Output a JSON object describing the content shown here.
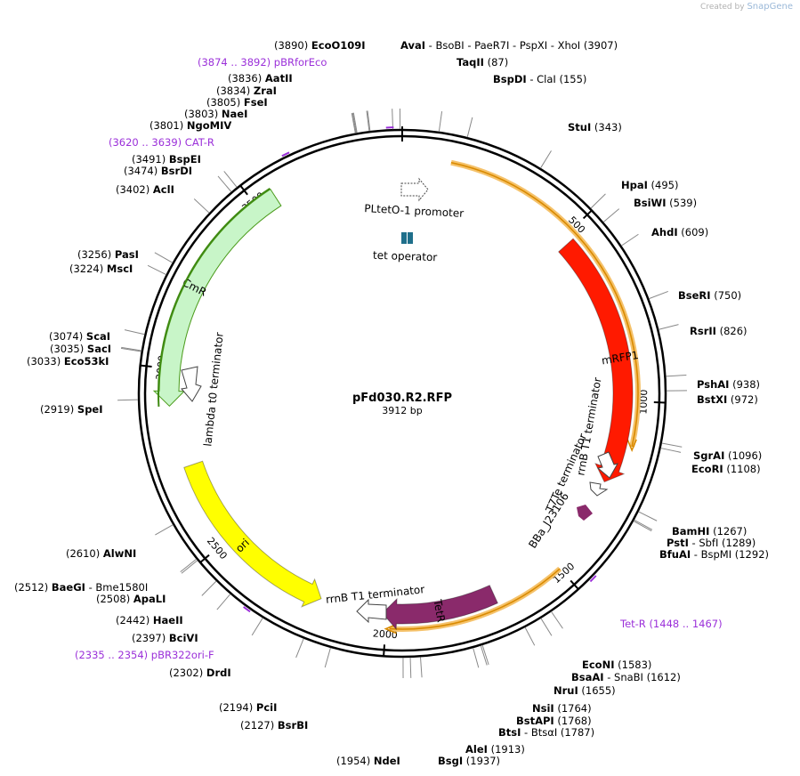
{
  "logo": {
    "prefix": "Created by",
    "name": "SnapGene"
  },
  "plasmid": {
    "name": "pFd030.R2.RFP",
    "length_label": "3912 bp",
    "length": 3912
  },
  "ticks": [
    {
      "bp": 500,
      "label": "500"
    },
    {
      "bp": 1000,
      "label": "1000"
    },
    {
      "bp": 1500,
      "label": "1500"
    },
    {
      "bp": 2000,
      "label": "2000"
    },
    {
      "bp": 2500,
      "label": "2500"
    },
    {
      "bp": 3000,
      "label": "3000"
    },
    {
      "bp": 3500,
      "label": "3500"
    }
  ],
  "features": [
    {
      "name": "mRFP1",
      "start": 520,
      "end": 1235,
      "radius": 248,
      "color": "#ff1a00",
      "text_color": "#ffffff",
      "label_inside": true
    },
    {
      "name": "TetR",
      "start": 1690,
      "end": 2012,
      "radius": 248,
      "color": "#8a2a6b",
      "text_color": "#ffffff",
      "label_inside": true
    },
    {
      "name": "CmR",
      "start": 3555,
      "end": 2900,
      "radius": 262,
      "color": "#c8f5c8",
      "text_color": "#000000",
      "label_inside": true
    },
    {
      "name": "ori",
      "start": 2730,
      "end": 2190,
      "radius": 248,
      "color": "#ffff00",
      "text_color": "#000000",
      "label_inside": true
    }
  ],
  "feature_labels": [
    {
      "name": "PLtetO-1 promoter"
    },
    {
      "name": "tet operator"
    },
    {
      "name": "lambda t0 terminator"
    },
    {
      "name": "rrnB T1 terminator"
    },
    {
      "name": "T7Te terminator"
    },
    {
      "name": "BBa_J23106"
    },
    {
      "name": "rrnB T1 terminator"
    }
  ],
  "sites": [
    {
      "pos": "(3890)",
      "name": "EcoO109I",
      "extra": ""
    },
    {
      "pos": "",
      "name": "AvaI",
      "extra": "- BsoBI - PaeR7I - PspXI - XhoI (3907)"
    },
    {
      "pos": "",
      "name": "TaqII",
      "extra": "(87)"
    },
    {
      "pos": "",
      "name": "BspDI",
      "extra": "- ClaI (155)"
    },
    {
      "pos": "",
      "name": "StuI",
      "extra": "(343)"
    },
    {
      "pos": "",
      "name": "HpaI",
      "extra": "(495)"
    },
    {
      "pos": "",
      "name": "BsiWI",
      "extra": "(539)"
    },
    {
      "pos": "",
      "name": "AhdI",
      "extra": "(609)"
    },
    {
      "pos": "",
      "name": "BseRI",
      "extra": "(750)"
    },
    {
      "pos": "",
      "name": "RsrII",
      "extra": "(826)"
    },
    {
      "pos": "",
      "name": "PshAI",
      "extra": "(938)"
    },
    {
      "pos": "",
      "name": "BstXI",
      "extra": "(972)"
    },
    {
      "pos": "",
      "name": "SgrAI",
      "extra": "(1096)"
    },
    {
      "pos": "",
      "name": "EcoRI",
      "extra": "(1108)"
    },
    {
      "pos": "",
      "name": "BamHI",
      "extra": "(1267)"
    },
    {
      "pos": "",
      "name": "PstI",
      "extra": "- SbfI (1289)"
    },
    {
      "pos": "",
      "name": "BfuAI",
      "extra": "- BspMI (1292)"
    },
    {
      "pos": "",
      "name": "EcoNI",
      "extra": "(1583)"
    },
    {
      "pos": "",
      "name": "BsaAI",
      "extra": "- SnaBI (1612)"
    },
    {
      "pos": "",
      "name": "NruI",
      "extra": "(1655)"
    },
    {
      "pos": "",
      "name": "NsiI",
      "extra": "(1764)"
    },
    {
      "pos": "",
      "name": "BstAPI",
      "extra": "(1768)"
    },
    {
      "pos": "",
      "name": "BtsI",
      "extra": "- BtsαI (1787)"
    },
    {
      "pos": "",
      "name": "AleI",
      "extra": "(1913)"
    },
    {
      "pos": "",
      "name": "BsgI",
      "extra": "(1937)"
    },
    {
      "pos": "(1954)",
      "name": "NdeI",
      "extra": ""
    },
    {
      "pos": "(2127)",
      "name": "BsrBI",
      "extra": ""
    },
    {
      "pos": "(2194)",
      "name": "PciI",
      "extra": ""
    },
    {
      "pos": "(2302)",
      "name": "DrdI",
      "extra": ""
    },
    {
      "pos": "(2397)",
      "name": "BciVI",
      "extra": ""
    },
    {
      "pos": "(2442)",
      "name": "HaeII",
      "extra": ""
    },
    {
      "pos": "(2508)",
      "name": "ApaLI",
      "extra": ""
    },
    {
      "pos": "(2512)",
      "name": "BaeGI",
      "extra": "- Bme1580I"
    },
    {
      "pos": "(2610)",
      "name": "AlwNI",
      "extra": ""
    },
    {
      "pos": "(2919)",
      "name": "SpeI",
      "extra": ""
    },
    {
      "pos": "(3033)",
      "name": "Eco53kI",
      "extra": ""
    },
    {
      "pos": "(3035)",
      "name": "SacI",
      "extra": ""
    },
    {
      "pos": "(3074)",
      "name": "ScaI",
      "extra": ""
    },
    {
      "pos": "(3224)",
      "name": "MscI",
      "extra": ""
    },
    {
      "pos": "(3256)",
      "name": "PasI",
      "extra": ""
    },
    {
      "pos": "(3402)",
      "name": "AclI",
      "extra": ""
    },
    {
      "pos": "(3474)",
      "name": "BsrDI",
      "extra": ""
    },
    {
      "pos": "(3491)",
      "name": "BspEI",
      "extra": ""
    },
    {
      "pos": "(3801)",
      "name": "NgoMIV",
      "extra": ""
    },
    {
      "pos": "(3803)",
      "name": "NaeI",
      "extra": ""
    },
    {
      "pos": "(3805)",
      "name": "FseI",
      "extra": ""
    },
    {
      "pos": "(3834)",
      "name": "ZraI",
      "extra": ""
    },
    {
      "pos": "(3836)",
      "name": "AatII",
      "extra": ""
    }
  ],
  "primers": [
    {
      "label": "(3874 .. 3892)  pBRforEco"
    },
    {
      "label": "(3620 .. 3639)  CAT-R"
    },
    {
      "label": "Tet-R     (1448 .. 1467)"
    },
    {
      "label": "(2335 .. 2354)  pBR322ori-F"
    }
  ],
  "colors": {
    "primer": "#9b30d9",
    "backbone": "#000000",
    "orange_arc": "#f0a020",
    "cmr_edge": "#4a9a1a"
  }
}
